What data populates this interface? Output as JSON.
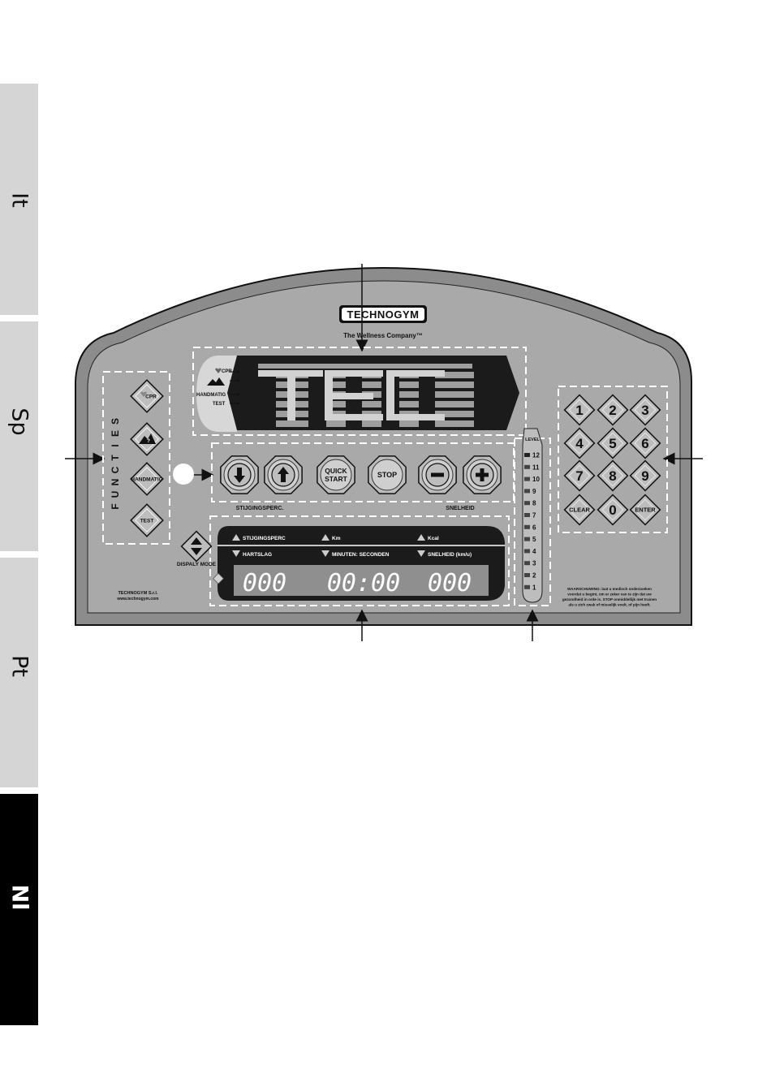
{
  "tabs": [
    {
      "label": "It",
      "active": false
    },
    {
      "label": "Sp",
      "active": false
    },
    {
      "label": "Pt",
      "active": false
    },
    {
      "label": "Nl",
      "active": true
    }
  ],
  "brand": {
    "logo": "TECHNOGYM",
    "tagline": "The Wellness Company™"
  },
  "display": {
    "mode_labels": [
      "CPR",
      "",
      "HANDMATIG",
      "TEST"
    ],
    "matrix_text": "TEC"
  },
  "functions": {
    "title": "FUNCTIES",
    "buttons": [
      {
        "label": "CPR",
        "icon": "heart-icon"
      },
      {
        "label": "?",
        "icon": "mountain-icon"
      },
      {
        "label": "HANDMATIG",
        "icon": ""
      },
      {
        "label": "TEST",
        "icon": ""
      }
    ]
  },
  "controls": {
    "incline_label": "STIJGINGSPERC.",
    "speed_label": "SNELHEID",
    "quick_start": [
      "QUICK",
      "START"
    ],
    "stop": "STOP"
  },
  "readout": {
    "top": [
      "STIJGINGSPERC",
      "Km",
      "Kcal"
    ],
    "bottom": [
      "HARTSLAG",
      "MINUTEN: SECONDEN",
      "SNELHEID (km/u)"
    ],
    "values": [
      "000",
      "00:00",
      "000"
    ]
  },
  "display_mode": "DISPALY MODE",
  "level": {
    "title": "LEVEL",
    "values": [
      "12",
      "11",
      "10",
      "9",
      "8",
      "7",
      "6",
      "5",
      "4",
      "3",
      "2",
      "1"
    ]
  },
  "keypad": [
    "1",
    "2",
    "3",
    "4",
    "5",
    "6",
    "7",
    "8",
    "9",
    "CLEAR",
    "0",
    "ENTER"
  ],
  "company": [
    "TECHNOGYM S.r.l.",
    "www.technogym.com"
  ],
  "warning": [
    "WAARSCHUWING: laat u medisch onderzoeken",
    "voordat u begint, om er zeker van te zijn dat uw",
    "gezondheid in orde is. STOP onmiddellijk met trainen",
    "als u zich zwak of misselijk voelt, of pijn heeft."
  ],
  "colors": {
    "console": "#a6a6a6",
    "panel": "#c8c8c8",
    "display": "#1a1a1a",
    "lcd": "#bdbdbd"
  }
}
